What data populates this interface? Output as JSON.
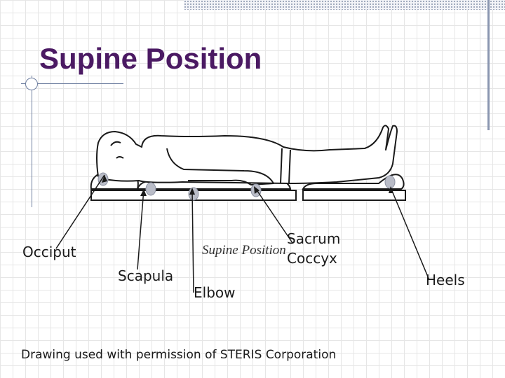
{
  "slide": {
    "title": "Supine Position",
    "caption": "Supine Position",
    "credit": "Drawing used with permission of STERIS Corporation"
  },
  "labels": {
    "occiput": "Occiput",
    "scapula": "Scapula",
    "elbow": "Elbow",
    "sacrum": "Sacrum",
    "coccyx": "Coccyx",
    "heels": "Heels"
  },
  "colors": {
    "title": "#4b1a63",
    "pressure_point": "#b9bcc7",
    "line": "#1a1a1a"
  }
}
